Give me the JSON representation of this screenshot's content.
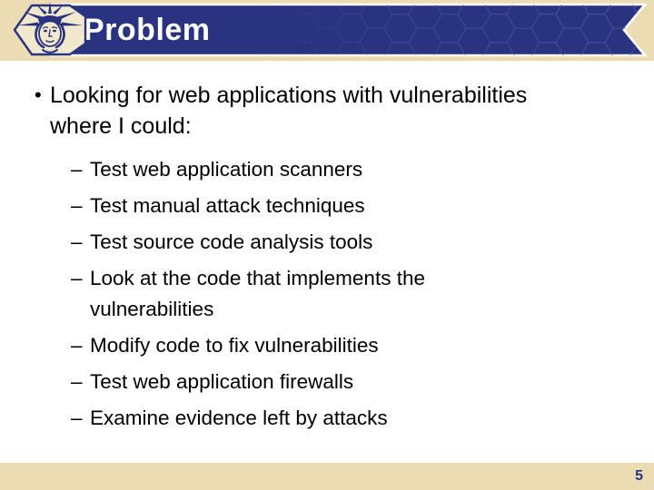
{
  "header": {
    "title": "Problem",
    "logo_icon": "statue-of-liberty-hexagon"
  },
  "content": {
    "bullet_char": "•",
    "dash_char": "–",
    "main_bullet": "Looking for web applications with vulnerabilities where I could:",
    "sub_bullets": [
      "Test web application scanners",
      "Test manual attack techniques",
      "Test source code analysis tools",
      "Look at the code that implements the vulnerabilities",
      "Modify code to fix vulnerabilities",
      "Test web application firewalls",
      "Examine evidence left by attacks"
    ]
  },
  "footer": {
    "page_number": "5"
  },
  "colors": {
    "navy": "#29337F",
    "beige": "#EBDCB4",
    "pattern_blue": "#4C5CAC",
    "banner_outline": "#FFFFFF",
    "logo_fill": "#F1E9CE",
    "text": "#000000"
  }
}
